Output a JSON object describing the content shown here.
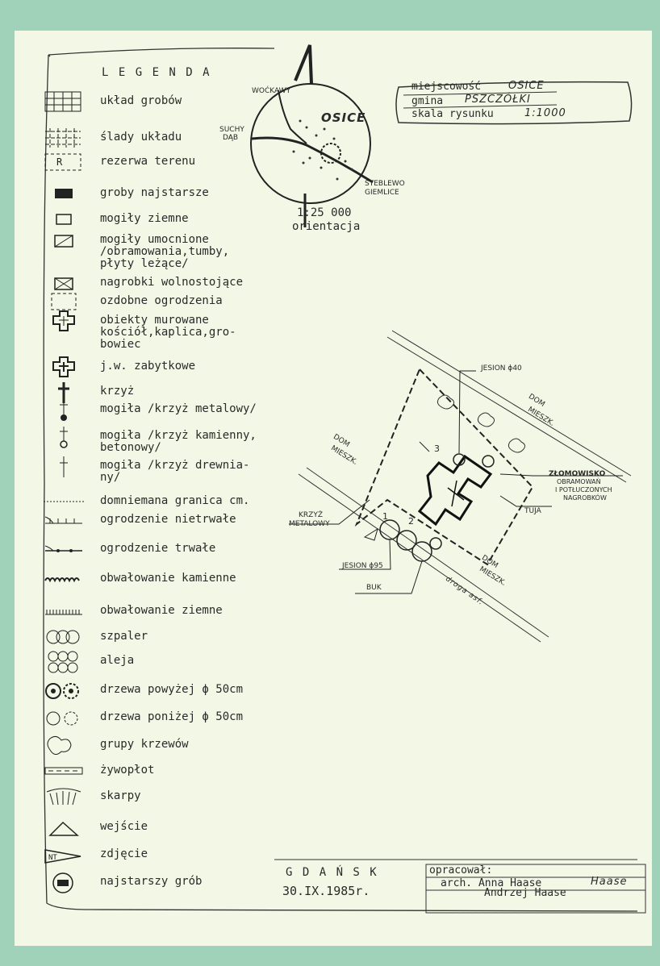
{
  "legend": {
    "title": "L E G E N D A",
    "items": [
      {
        "icon": "grave-layout-icon",
        "label": "układ grobów"
      },
      {
        "icon": "grave-traces-icon",
        "label": "ślady układu"
      },
      {
        "icon": "reserve-icon",
        "label": "rezerwa terenu"
      },
      {
        "icon": "oldest-graves-icon",
        "label": "groby najstarsze"
      },
      {
        "icon": "earth-mound-icon",
        "label": "mogiły ziemne"
      },
      {
        "icon": "reinforced-mound-icon",
        "label": "mogiły umocnione\n/obramowania,tumby,\npłyty leżące/"
      },
      {
        "icon": "freestanding-tombstone-icon",
        "label": "nagrobki wolnostojące"
      },
      {
        "icon": "decorative-fence-icon",
        "label": "ozdobne ogrodzenia"
      },
      {
        "icon": "masonry-building-icon",
        "label": "obiekty murowane\nkościół,kaplica,gro-\nbowiec"
      },
      {
        "icon": "historic-building-icon",
        "label": "j.w. zabytkowe"
      },
      {
        "icon": "cross-icon",
        "label": "krzyż"
      },
      {
        "icon": "metal-cross-icon",
        "label": "mogiła /krzyż metalowy/"
      },
      {
        "icon": "stone-cross-icon",
        "label": "mogiła /krzyż kamienny,\nbetonowy/"
      },
      {
        "icon": "wooden-cross-icon",
        "label": "mogiła /krzyż drewnia-\nny/"
      },
      {
        "icon": "boundary-line-icon",
        "label": "domniemana granica cm."
      },
      {
        "icon": "temporary-fence-icon",
        "label": "ogrodzenie nietrwałe"
      },
      {
        "icon": "permanent-fence-icon",
        "label": "ogrodzenie trwałe"
      },
      {
        "icon": "stone-embankment-icon",
        "label": "obwałowanie kamienne"
      },
      {
        "icon": "earth-embankment-icon",
        "label": "obwałowanie ziemne"
      },
      {
        "icon": "tree-row-icon",
        "label": "szpaler"
      },
      {
        "icon": "alley-icon",
        "label": "aleja"
      },
      {
        "icon": "large-tree-icon",
        "label": "drzewa powyżej ϕ 50cm"
      },
      {
        "icon": "small-tree-icon",
        "label": "drzewa poniżej ϕ 50cm"
      },
      {
        "icon": "shrub-icon",
        "label": "grupy krzewów"
      },
      {
        "icon": "hedge-icon",
        "label": "żywopłot"
      },
      {
        "icon": "slope-icon",
        "label": "skarpy"
      },
      {
        "icon": "entrance-icon",
        "label": "wejście"
      },
      {
        "icon": "photo-icon",
        "label": "zdjęcie"
      },
      {
        "icon": "oldest-grave-icon",
        "label": "najstarszy grób"
      }
    ]
  },
  "location_map": {
    "title": "OSICE",
    "places": {
      "wockawy": "WOĆKAWY",
      "suchy_dab_1": "SUCHY",
      "suchy_dab_2": "DĄB",
      "steblewo": "STEBLEWO",
      "giemlice": "GIEMLICE"
    },
    "scale": "1:25 000",
    "orientation": "orientacja"
  },
  "info_box": {
    "locality_label": "miejscowość",
    "locality": "OSICE",
    "commune_label": "gmina",
    "commune": "PSZCZÓŁKI",
    "scale_label": "skala rysunku",
    "scale": "1:1000"
  },
  "plan_labels": {
    "jesion40": "JESION ϕ40",
    "dom1_a": "DOM",
    "dom1_b": "MIESZK.",
    "dom2_a": "DOM",
    "dom2_b": "MIESZK.",
    "dom3_a": "DOM",
    "dom3_b": "MIESZK.",
    "zlom_1": "ZŁOMOWISKO",
    "zlom_2": "OBRAMOWAŃ",
    "zlom_3": "I POTŁUCZONYCH",
    "zlom_4": "NAGROBKÓW",
    "tuja": "TUJA",
    "krzyz_1": "KRZYŻ",
    "krzyz_2": "METALOWY",
    "jesion95": "JESION ϕ95",
    "buk": "BUK",
    "droga": "droga asf.",
    "n1": "1",
    "n2": "2",
    "n3": "3"
  },
  "footer": {
    "city": "G D A Ń S K",
    "date": "30.IX.1985r.",
    "prepared_label": "opracował:",
    "author1": "arch. Anna Haase",
    "author2": "Andrzej Haase",
    "signature": "Haase"
  }
}
